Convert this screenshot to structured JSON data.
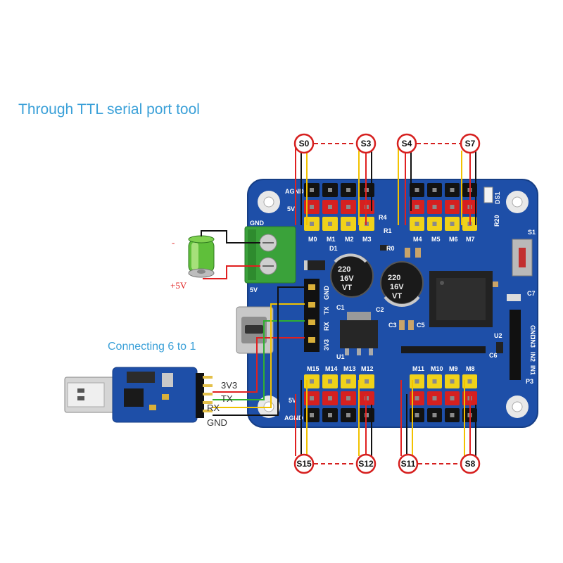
{
  "title": "Through TTL serial port tool",
  "subtitle": "Connecting 6 to 1",
  "colors": {
    "accent": "#3aa0d8",
    "pcb": "#1e4fa8",
    "ring": "#d6201f",
    "wire_red": "#e02020",
    "wire_green": "#2fb02f",
    "wire_yellow": "#f2c200",
    "terminal": "#3aa23a"
  },
  "channels": {
    "top_left_start": "S0",
    "top_left_end": "S3",
    "top_right_start": "S4",
    "top_right_end": "S7",
    "bottom_left_start": "S15",
    "bottom_left_end": "S12",
    "bottom_right_start": "S11",
    "bottom_right_end": "S8"
  },
  "serial_wires": [
    "3V3",
    "TX",
    "RX",
    "GND"
  ],
  "power": {
    "minus": "-",
    "plus": "+5V"
  },
  "board_silkscreen": {
    "top_left_headers": [
      "M0",
      "M1",
      "M2",
      "M3"
    ],
    "top_right_headers": [
      "M4",
      "M5",
      "M6",
      "M7"
    ],
    "bottom_left_headers": [
      "M15",
      "M14",
      "M13",
      "M12"
    ],
    "bottom_right_headers": [
      "M11",
      "M10",
      "M9",
      "M8"
    ],
    "rail_agnd": "AGND",
    "rail_5v": "5V",
    "gnd": "GND",
    "uart_pins": [
      "GND",
      "TX",
      "RX",
      "3V3"
    ],
    "in_pins": [
      "GND",
      "IN3",
      "IN2",
      "IN1"
    ],
    "labels": [
      "R1",
      "D1",
      "C1",
      "C2",
      "C3",
      "C5",
      "C6",
      "C7",
      "U1",
      "U2",
      "R20",
      "DS1",
      "S1",
      "P3",
      "R4",
      "R0"
    ],
    "cap_values": [
      "220",
      "16V",
      "VT"
    ]
  }
}
